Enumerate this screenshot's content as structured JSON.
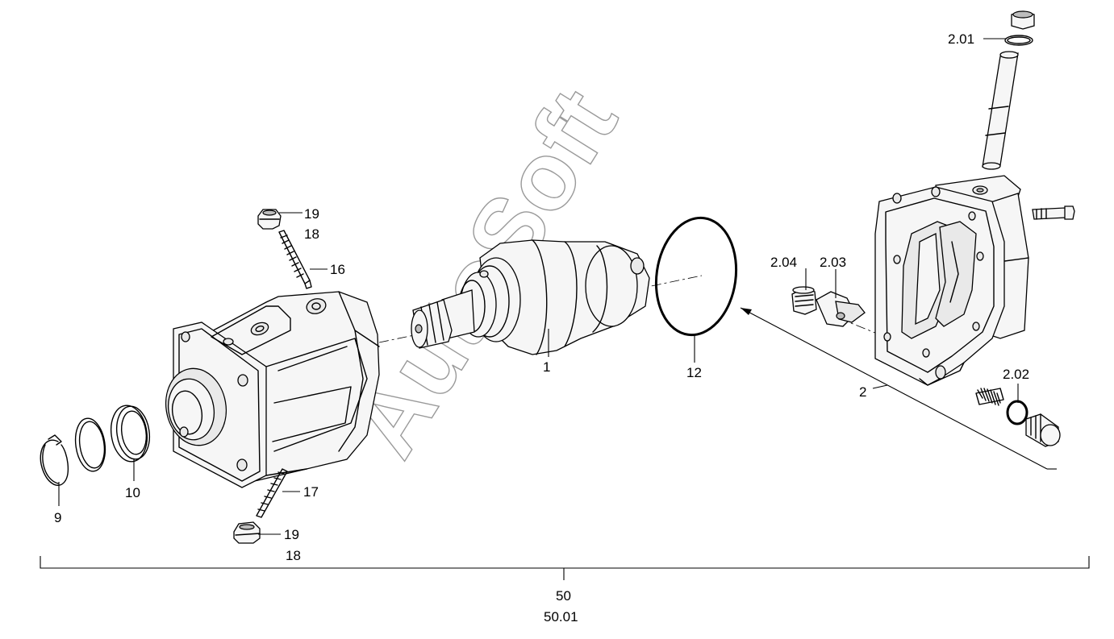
{
  "diagram": {
    "labels": {
      "l1": "1",
      "l2": "2",
      "l2_01": "2.01",
      "l2_02": "2.02",
      "l2_03": "2.03",
      "l2_04": "2.04",
      "l9": "9",
      "l10": "10",
      "l12": "12",
      "l16": "16",
      "l17": "17",
      "l18_top": "18",
      "l18_bottom": "18",
      "l19_top": "19",
      "l19_bottom": "19",
      "l50": "50",
      "l50_01": "50.01"
    },
    "watermark": "AutoSoft"
  }
}
